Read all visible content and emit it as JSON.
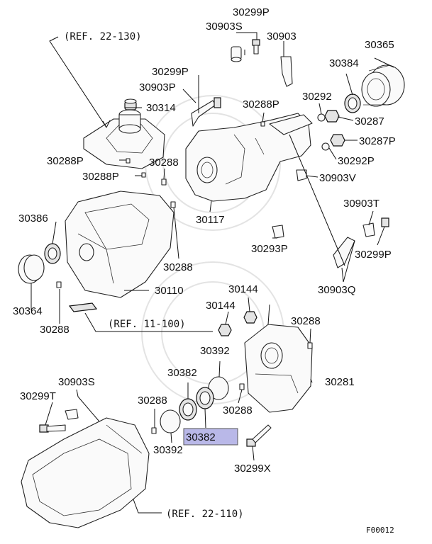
{
  "references": [
    {
      "id": "ref-22-130",
      "text": "(REF. 22-130)"
    },
    {
      "id": "ref-11-100",
      "text": "(REF. 11-100)"
    },
    {
      "id": "ref-22-110",
      "text": "(REF. 22-110)"
    }
  ],
  "part_labels": {
    "l30299P_a": "30299P",
    "l30903S_a": "30903S",
    "l30903_a": "30903",
    "l30365": "30365",
    "l30384": "30384",
    "l30299P_b": "30299P",
    "l30903P": "30903P",
    "l30314": "30314",
    "l30292": "30292",
    "l30287": "30287",
    "l30288P_a": "30288P",
    "l30287P": "30287P",
    "l30288P_b": "30288P",
    "l30288_a": "30288",
    "l30292P": "30292P",
    "l30288P_c": "30288P",
    "l30903V": "30903V",
    "l30903T": "30903T",
    "l30386": "30386",
    "l30117": "30117",
    "l30293P": "30293P",
    "l30299P_c": "30299P",
    "l30288_b": "30288",
    "l30903Q": "30903Q",
    "l30110": "30110",
    "l30144_a": "30144",
    "l30364": "30364",
    "l30288_c": "30288",
    "l30144_b": "30144",
    "l30288_d": "30288",
    "l30392_a": "30392",
    "l30382_a": "30382",
    "l30281": "30281",
    "l30903S_b": "30903S",
    "l30299T": "30299T",
    "l30288_e": "30288",
    "l30288_f": "30288",
    "l30382_hl": "30382",
    "l30392_b": "30392",
    "l30299X": "30299X"
  },
  "highlight_color": "#b9b8e8",
  "figure_code": "F00012"
}
